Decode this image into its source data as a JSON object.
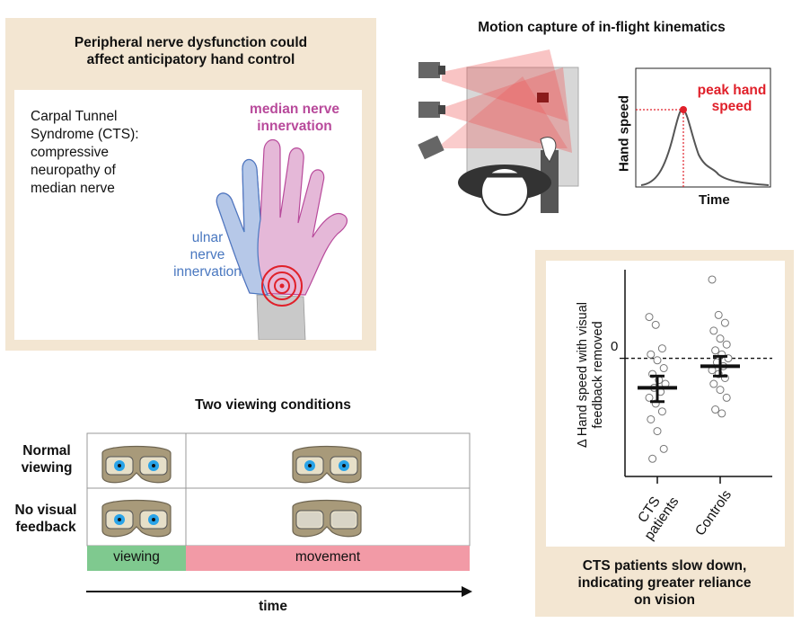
{
  "panel_cts": {
    "title_line1": "Peripheral nerve dysfunction could",
    "title_line2": "affect anticipatory hand control",
    "cts_text": [
      "Carpal Tunnel",
      "Syndrome (CTS):",
      "compressive",
      "neuropathy of",
      "median nerve"
    ],
    "median_label": [
      "median nerve",
      "innervation"
    ],
    "ulnar_label": [
      "ulnar",
      "nerve",
      "innervation"
    ],
    "colors": {
      "median": "#b84a9b",
      "ulnar": "#4a78c0",
      "target": "#e0202a"
    }
  },
  "panel_motion": {
    "title": "Motion capture of in-flight kinematics",
    "ylabel": "Hand speed",
    "xlabel": "Time",
    "peak_label": [
      "peak hand",
      "speed"
    ],
    "peak_color": "#e0202a"
  },
  "panel_viewing": {
    "title": "Two viewing conditions",
    "rows": [
      {
        "label": [
          "Normal",
          "viewing"
        ]
      },
      {
        "label": [
          "No visual",
          "feedback"
        ]
      }
    ],
    "phase_viewing": "viewing",
    "phase_movement": "movement",
    "time_label": "time",
    "colors": {
      "viewing": "#7fc98f",
      "movement": "#f29aa6"
    }
  },
  "panel_result": {
    "ylabel_line1": "Δ Hand speed with visual",
    "ylabel_line2": "feedback removed",
    "zero_tick": "0",
    "xtick_cts": [
      "CTS",
      "patients"
    ],
    "xtick_controls": "Controls",
    "caption": [
      "CTS patients slow down,",
      "indicating greater reliance",
      "on vision"
    ]
  },
  "chart_data": {
    "type": "scatter",
    "categories": [
      "CTS patients",
      "Controls"
    ],
    "ylabel": "Δ Hand speed with visual feedback removed",
    "zero_line": "dashed",
    "series": [
      {
        "group": "CTS patients",
        "points": [
          0.21,
          0.17,
          0.05,
          0.02,
          -0.01,
          -0.05,
          -0.08,
          -0.11,
          -0.13,
          -0.15,
          -0.17,
          -0.2,
          -0.23,
          -0.27,
          -0.31,
          -0.37,
          -0.46,
          -0.51
        ],
        "mean": -0.15,
        "ci": [
          -0.22,
          -0.09
        ]
      },
      {
        "group": "Controls",
        "points": [
          0.4,
          0.22,
          0.18,
          0.14,
          0.1,
          0.07,
          0.04,
          0.02,
          0.0,
          -0.02,
          -0.04,
          -0.06,
          -0.08,
          -0.1,
          -0.13,
          -0.16,
          -0.2,
          -0.26,
          -0.28
        ],
        "mean": -0.04,
        "ci": [
          -0.09,
          0.01
        ]
      }
    ],
    "ylim": [
      -0.6,
      0.45
    ]
  }
}
